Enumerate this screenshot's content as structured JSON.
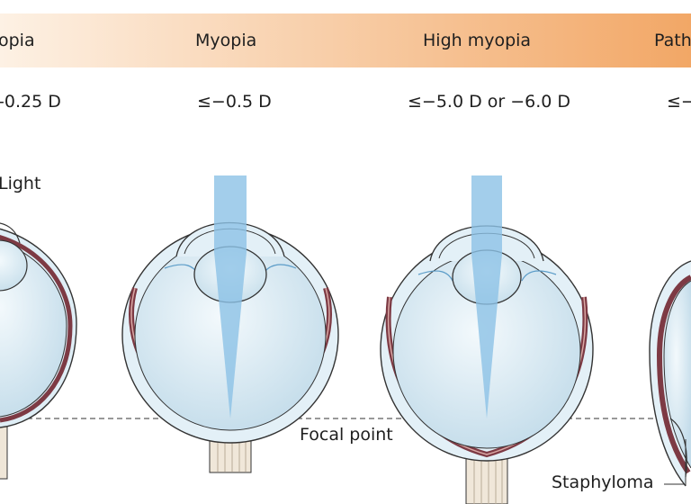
{
  "header": {
    "stages": [
      "opia",
      "Myopia",
      "High myopia",
      "Path"
    ],
    "thresholds": [
      "-0.25 D",
      "≤−0.5 D",
      "≤−5.0 D or −6.0 D",
      "≤−"
    ]
  },
  "labels": {
    "light": "Light",
    "focal_point": "Focal point",
    "staphyloma": "Staphyloma"
  },
  "colors": {
    "banner_start": "#fdf1e4",
    "banner_end": "#f2a766",
    "eye_fill": "#cfe3ee",
    "sclera": "#7d3a44",
    "light_beam": "#8cc2e6"
  }
}
